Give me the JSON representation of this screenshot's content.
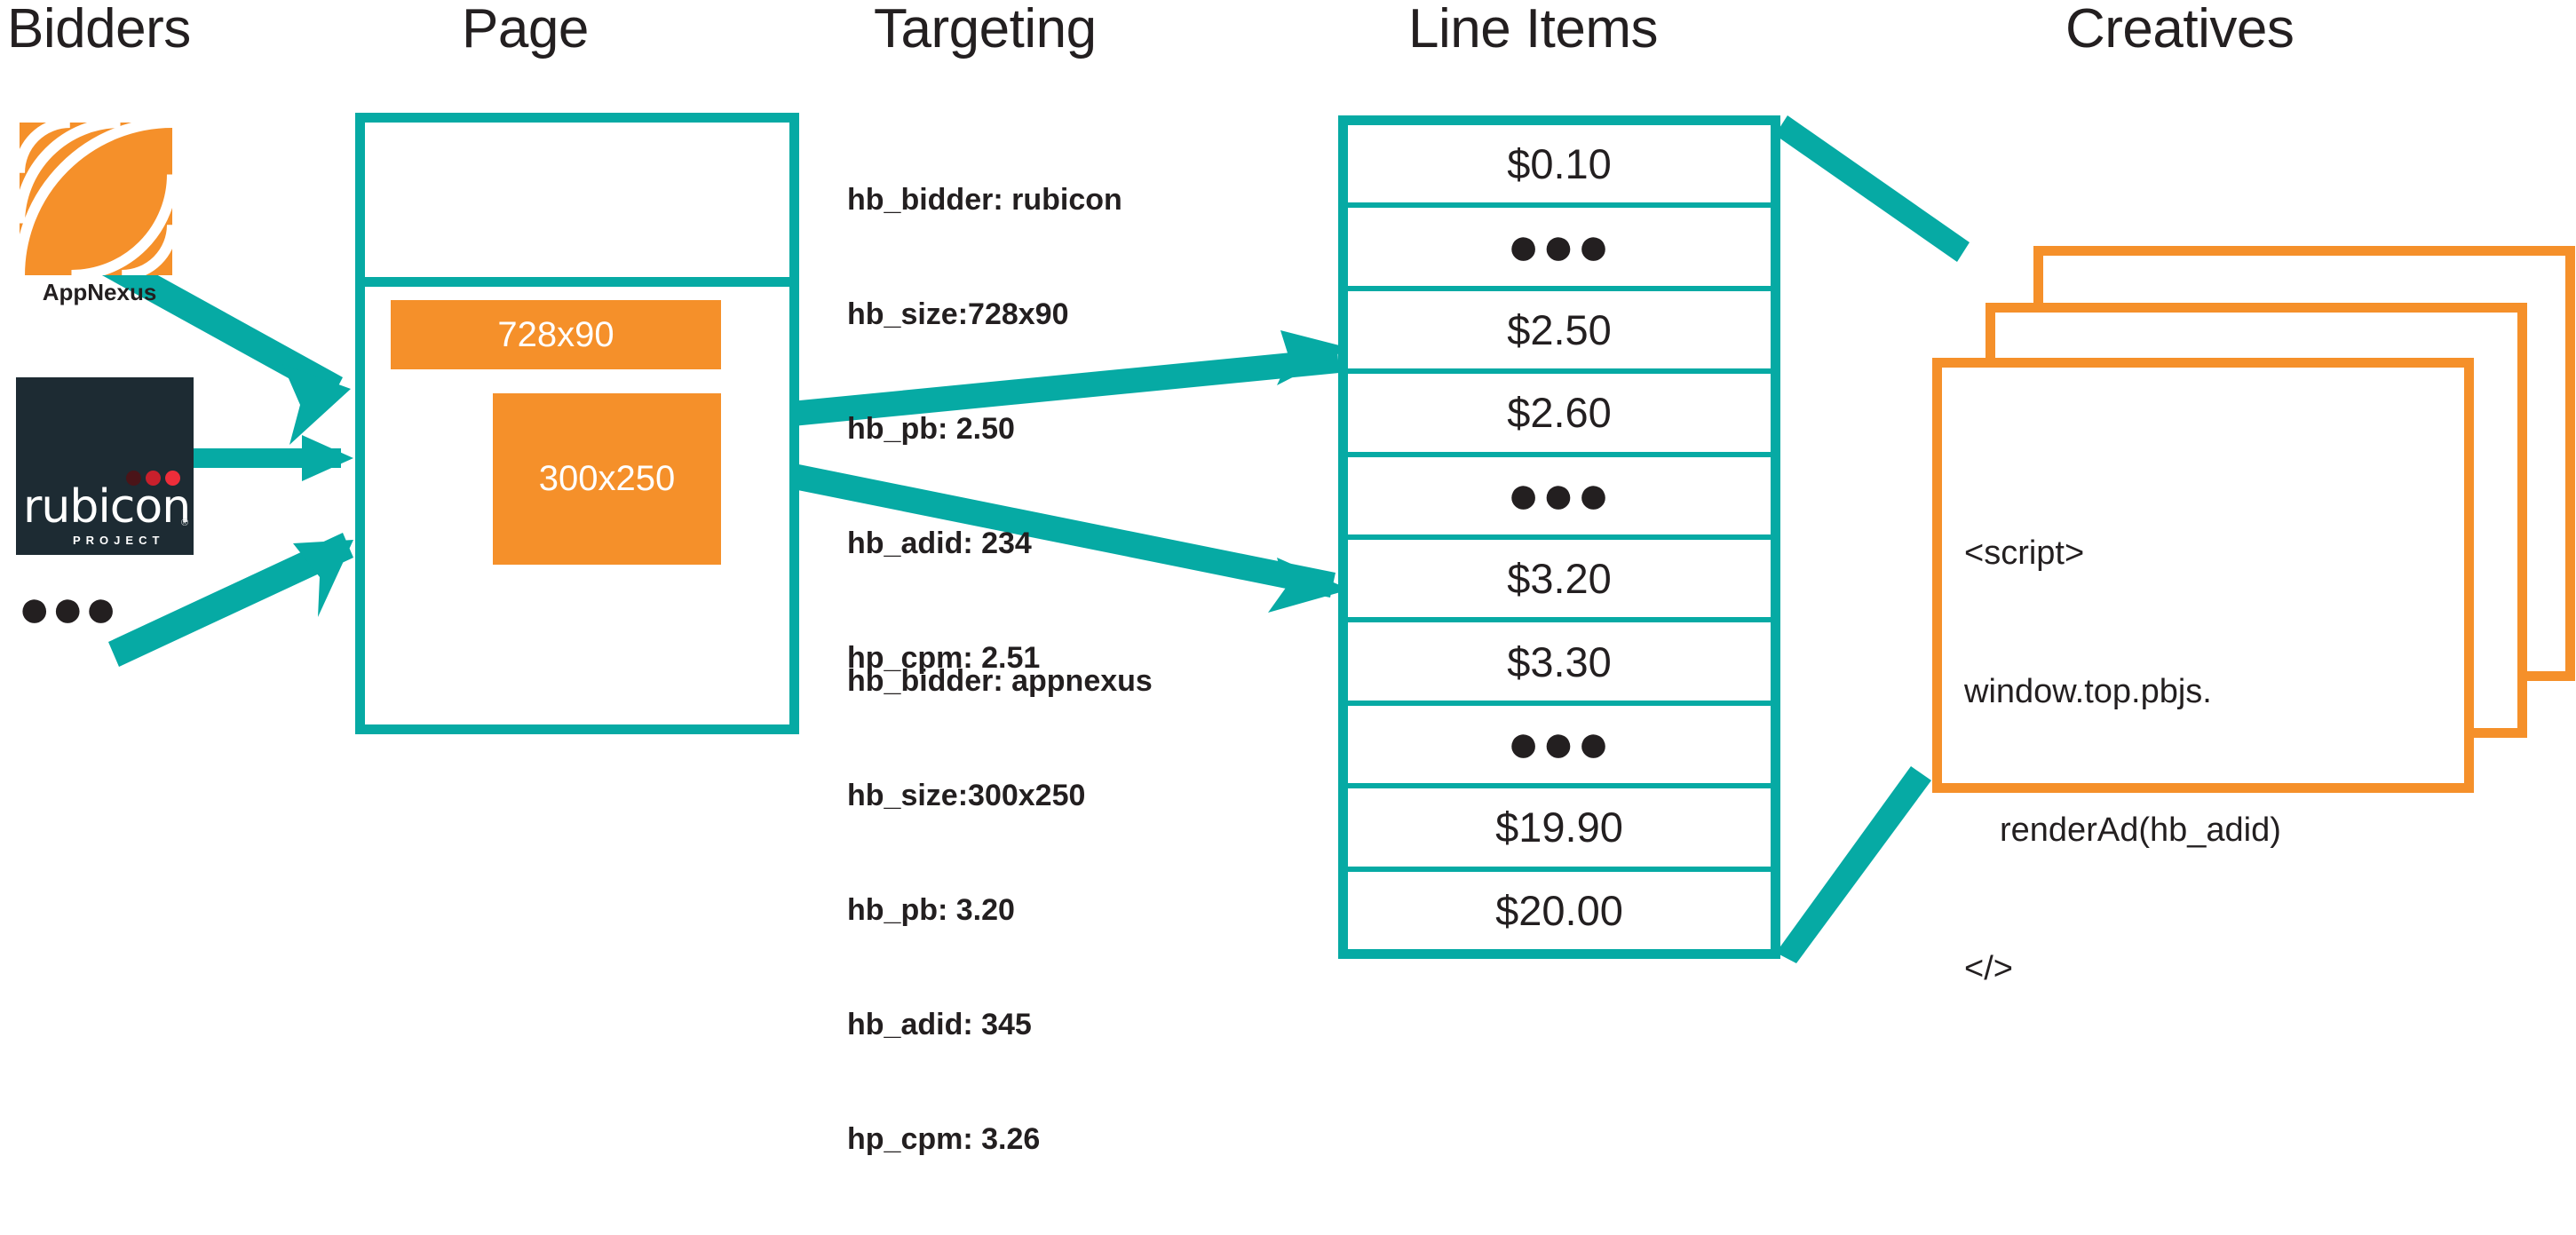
{
  "columns": {
    "bidders": "Bidders",
    "page": "Page",
    "targeting": "Targeting",
    "line_items": "Line Items",
    "creatives": "Creatives"
  },
  "bidders": {
    "appnexus_label": "AppNexus",
    "rubicon_word": "rubicon",
    "rubicon_registered": "®",
    "rubicon_sub": "PROJECT",
    "more": "●●●"
  },
  "page": {
    "slots": [
      {
        "label": "728x90"
      },
      {
        "label": "300x250"
      }
    ]
  },
  "targeting": {
    "blocks": [
      {
        "lines": [
          "hb_bidder: rubicon",
          "hb_size:728x90",
          "hb_pb: 2.50",
          "hb_adid: 234",
          "hp_cpm: 2.51"
        ]
      },
      {
        "lines": [
          "hb_bidder: appnexus",
          "hb_size:300x250",
          "hb_pb: 3.20",
          "hb_adid: 345",
          "hp_cpm: 3.26"
        ]
      }
    ]
  },
  "line_items": {
    "rows": [
      {
        "label": "$0.10",
        "is_ellipsis": false
      },
      {
        "label": "●●●",
        "is_ellipsis": true
      },
      {
        "label": "$2.50",
        "is_ellipsis": false
      },
      {
        "label": "$2.60",
        "is_ellipsis": false
      },
      {
        "label": "●●●",
        "is_ellipsis": true
      },
      {
        "label": "$3.20",
        "is_ellipsis": false
      },
      {
        "label": "$3.30",
        "is_ellipsis": false
      },
      {
        "label": "●●●",
        "is_ellipsis": true
      },
      {
        "label": "$19.90",
        "is_ellipsis": false
      },
      {
        "label": "$20.00",
        "is_ellipsis": false
      }
    ]
  },
  "creatives": {
    "code_lines": [
      "<script>",
      "window.top.pbjs.",
      "renderAd(hb_adid)",
      "</>"
    ]
  },
  "colors": {
    "teal": "#06AAA4",
    "orange": "#F5902A",
    "ink": "#231F20",
    "rubicon_bg": "#1D2B33",
    "rubicon_red": "#EE2D3A",
    "white": "#FFFFFF"
  }
}
